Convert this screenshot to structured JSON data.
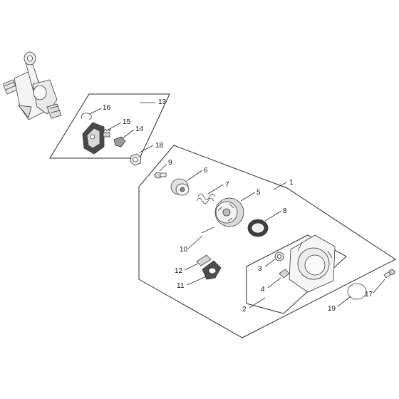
{
  "diagram": {
    "title": "",
    "callouts": {
      "c1": "1",
      "c2": "2",
      "c3": "3",
      "c4": "4",
      "c5": "5",
      "c6": "6",
      "c7": "7",
      "c8": "8",
      "c9": "9",
      "c10": "10",
      "c11": "11",
      "c12": "12",
      "c13": "13",
      "c14": "14",
      "c15": "15",
      "c16": "16",
      "c17": "17",
      "c18": "18",
      "c19": "19"
    }
  },
  "colors": {
    "line": "#2b2b2b",
    "part_light": "#f2f2f2",
    "part_mid": "#c9c9c9",
    "part_dark": "#7a7a7a"
  }
}
